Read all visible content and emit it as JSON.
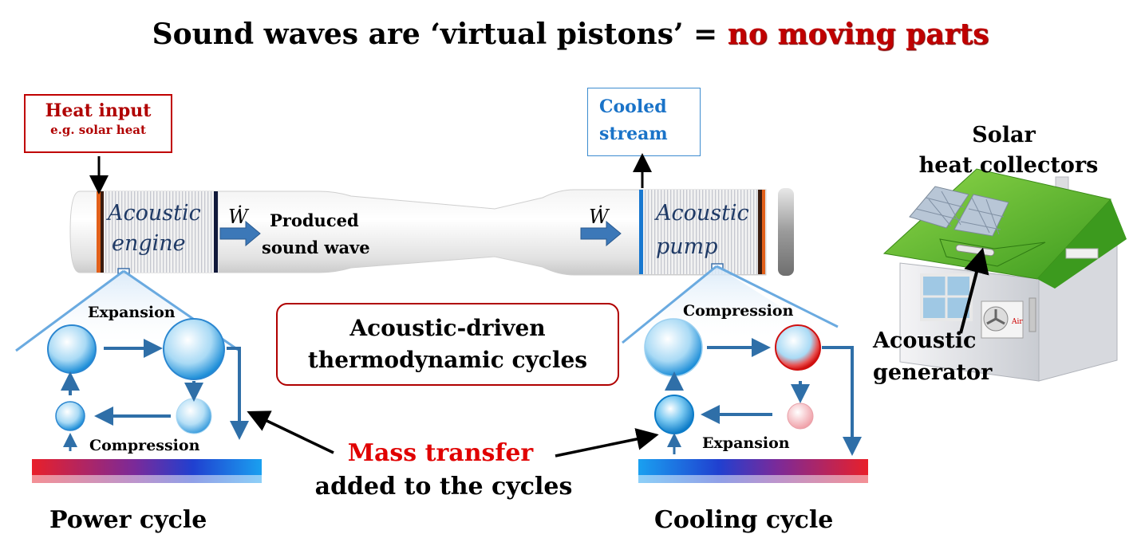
{
  "title": {
    "prefix": "Sound waves are ‘virtual pistons’ = ",
    "highlight": "no moving parts"
  },
  "heat_input": {
    "line1": "Heat input",
    "line2": "e.g. solar heat"
  },
  "cooled_stream": {
    "line1": "Cooled",
    "line2": "stream"
  },
  "tube": {
    "engine_line1": "Acoustic",
    "engine_line2": "engine",
    "pump_line1": "Acoustic",
    "pump_line2": "pump",
    "work_symbol": "Ẇ",
    "sound_line1": "Produced",
    "sound_line2": "sound wave"
  },
  "center_box": {
    "line1": "Acoustic-driven",
    "line2": "thermodynamic cycles"
  },
  "mass_transfer": {
    "line1": "Mass transfer",
    "line2": "added to the cycles"
  },
  "power_cycle": {
    "top": "Expansion",
    "bottom": "Compression",
    "caption": "Power cycle"
  },
  "cooling_cycle": {
    "top": "Compression",
    "bottom": "Expansion",
    "caption": "Cooling cycle"
  },
  "house": {
    "collectors_line1": "Solar",
    "collectors_line2": "heat collectors",
    "generator_line1": "Acoustic",
    "generator_line2": "generator",
    "ac_label": "Air"
  },
  "colors": {
    "accent_red": "#c00000",
    "accent_blue": "#1a73c8",
    "arrow_blue": "#2f6fa8",
    "roof_green": "#5cb82e"
  }
}
